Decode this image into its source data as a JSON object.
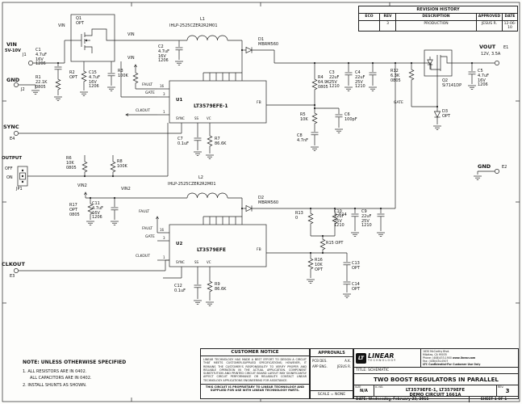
{
  "revision_history": {
    "title": "REVISION HISTORY",
    "headers": [
      "ECO",
      "REV",
      "DESCRIPTION",
      "APPROVED",
      "DATE"
    ],
    "row": {
      "eco": "",
      "rev": "3",
      "description": "PRODUCTION",
      "approved": "JESUS R.",
      "date": "12-06-10"
    }
  },
  "connectors": {
    "j1_label": "VIN",
    "j1_sub": "5V-10V",
    "j1_ref": "J1",
    "j2_label": "GND",
    "j2_ref": "J2",
    "e4_label": "SYNC",
    "e4_ref": "E4",
    "jp1_label": "OUTPUT",
    "jp1_off": "OFF",
    "jp1_on": "ON",
    "jp1_ref": "JP1",
    "e3_label": "CLKOUT",
    "e3_ref": "E3",
    "e1_label": "VOUT",
    "e1_ref": "E1",
    "e1_sub": "12V, 3.5A",
    "e2_label": "GND",
    "e2_ref": "E2"
  },
  "nets": {
    "vin": "VIN",
    "vin2": "VIN2"
  },
  "pins": {
    "fault": "FAULT",
    "gate": "GATE",
    "clkout": "CLKOUT",
    "sync": "SYNC",
    "ss": "SS",
    "vc": "VC",
    "fb": "FB",
    "n16": "16",
    "n3": "3",
    "n1": "1"
  },
  "ics": {
    "u1_ref": "U1",
    "u1_part": "LT3579EFE-1",
    "u2_ref": "U2",
    "u2_part": "LT3579EFE"
  },
  "components": {
    "q1": "Q1\nOPT",
    "c1": "C1\n4.7uF\n16V\n1206",
    "r1": "R1\n22.1K\n0805",
    "r2": "R2\nOPT",
    "c15": "C15\n4.7uF\n16V\n1206",
    "r3": "R3\n100K",
    "l1": "L1",
    "l1_part": "IHLP-2525CZER2R2M01",
    "c2": "C2\n4.7uF\n16V\n1206",
    "d1": "D1\nMBRM560",
    "r4": "R4\n64.9K\n0805",
    "c3": "C3\n22uF\n25V\n1210",
    "c4": "C4\n22uF\n25V\n1210",
    "r12": "R12\n6.3K\n0805",
    "q2": "Q2\nSi7141DP",
    "d3": "D3\nOPT",
    "c5": "C5\n4.7uF\n16V\n1206",
    "r5": "R5\n10K",
    "c6": "C6\n100pF",
    "c8": "C8\n4.7nF",
    "c7": "C7\n0.1uF",
    "r7": "R7\n86.6K",
    "r6": "R6\n10K\n0805",
    "r8": "R8\n100K",
    "c11": "C11\n4.7uF\n16V\n1206",
    "r17": "R17\nOPT\n0805",
    "l2": "L2",
    "l2_part": "IHLP-2525CZER2R2M01",
    "d2": "D2\nMBRM560",
    "r13": "R13\n0",
    "r14": "R14",
    "r15": "R15 OPT",
    "c10": "C10\n22uF\n25V\n1210",
    "c9": "C9\n22uF\n25V\n1210",
    "r16": "R16\n10K\nOPT",
    "c13": "C13\nOPT",
    "c14": "C14\nOPT",
    "c12": "C12\n0.1uF",
    "r9": "R9\n86.6K"
  },
  "notes": {
    "title": "NOTE: UNLESS OTHERWISE SPECIFIED",
    "item1a": "1.  ALL RESISTORS ARE IN 0402.",
    "item1b": "ALL CAPACITORS ARE IN 0402.",
    "item2": "2.  INSTALL SHUNTS AS SHOWN."
  },
  "customer_notice": {
    "title": "CUSTOMER NOTICE",
    "body": "LINEAR TECHNOLOGY HAS MADE A BEST EFFORT TO DESIGN A CIRCUIT THAT MEETS CUSTOMER-SUPPLIED SPECIFICATIONS; HOWEVER, IT REMAINS THE CUSTOMER'S RESPONSIBILITY TO VERIFY PROPER AND RELIABLE OPERATION IN THE ACTUAL APPLICATION. COMPONENT SUBSTITUTION AND PRINTED CIRCUIT BOARD LAYOUT MAY SIGNIFICANTLY AFFECT CIRCUIT PERFORMANCE OR RELIABILITY. CONTACT LINEAR TECHNOLOGY APPLICATIONS ENGINEERING FOR ASSISTANCE.",
    "footer": "THIS CIRCUIT IS PROPRIETARY TO LINEAR TECHNOLOGY AND SUPPLIED FOR USE WITH LINEAR TECHNOLOGY PARTS."
  },
  "approvals": {
    "title": "APPROVALS",
    "pcb_des_label": "PCB DES.",
    "pcb_des": "A.K.",
    "app_eng_label": "APP ENG.",
    "app_eng": "JESUS R.",
    "scale": "SCALE = NONE"
  },
  "title_block": {
    "logo_mark": "LT",
    "brand1": "LINEAR",
    "brand2": "TECHNOLOGY",
    "addr1": "1630 McCarthy Blvd.",
    "addr2": "Milpitas, CA 95035",
    "phone": "Phone: (408)433-1900",
    "web": "www.linear.com",
    "fax": "Fax: (408)434-0507",
    "confidential": "LTC Confidential-For Customer Use Only",
    "title_label": "TITLE:",
    "title_type": "SCHEMATIC",
    "title": "TWO BOOST REGULATORS IN PARALLEL",
    "size_label": "SIZE",
    "size": "N/A",
    "ic_label": "IC NO.",
    "ic": "LT3579EFE-1, LT3579EFE",
    "demo": "DEMO CIRCUIT 1661A",
    "rev_label": "REV.",
    "rev": "3",
    "date_label": "DATE:",
    "date": "Wednesday, February 23, 2011",
    "sheet": "SHEET  1  OF  1"
  }
}
